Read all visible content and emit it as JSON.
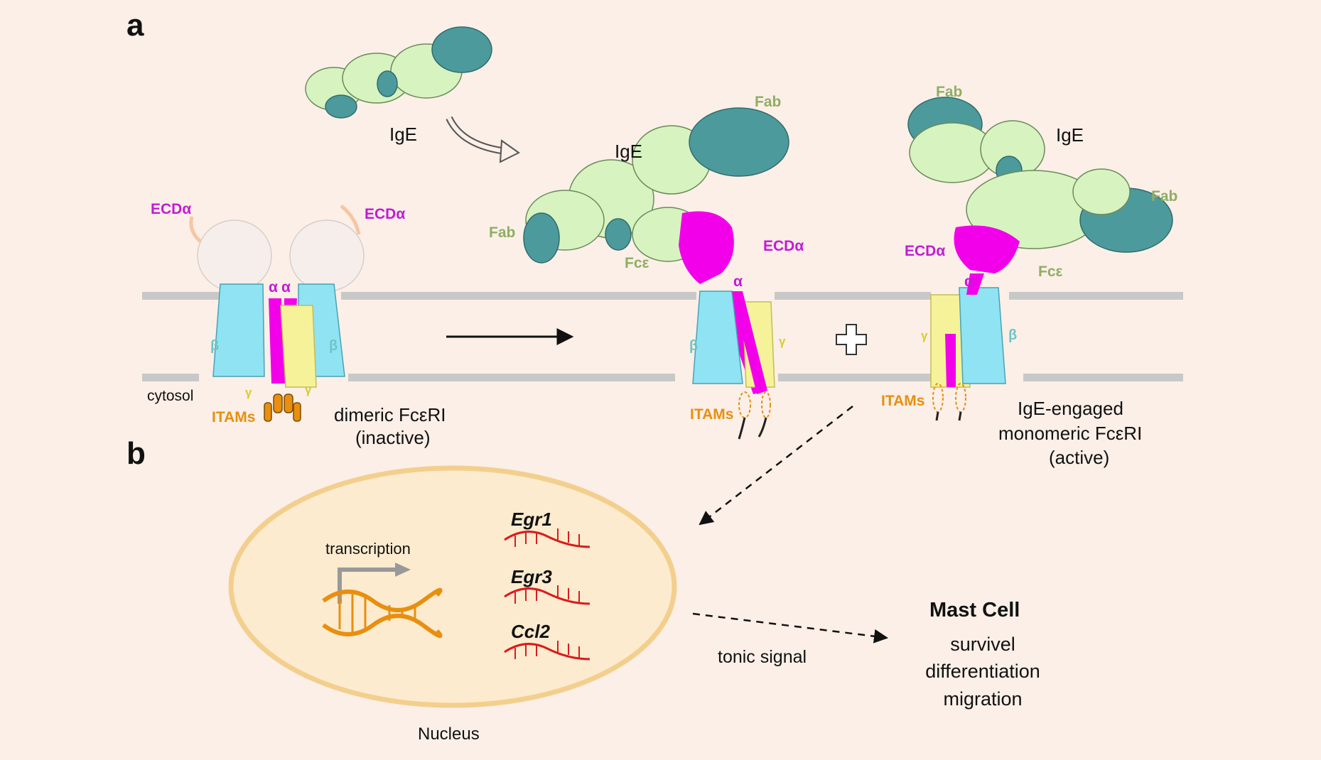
{
  "panels": {
    "a": "a",
    "b": "b"
  },
  "panel_a": {
    "ige_free": "IgE",
    "ige_mid": "IgE",
    "ige_right": "IgE",
    "fab_mid_top": "Fab",
    "fab_mid_left": "Fab",
    "fab_right_top": "Fab",
    "fab_right_right": "Fab",
    "fce_mid": "Fcε",
    "fce_right": "Fcε",
    "ecd_left_1": "ECDα",
    "ecd_left_2": "ECDα",
    "ecd_mid": "ECDα",
    "ecd_right": "ECDα",
    "alpha": "α",
    "beta": "β",
    "gamma": "γ",
    "itams": "ITAMs",
    "cytosol": "cytosol",
    "dimeric_title": "dimeric FcεRI",
    "dimeric_state": "(inactive)",
    "mono_title_1": "IgE-engaged",
    "mono_title_2": "monomeric FcεRI",
    "mono_state": "(active)"
  },
  "panel_b": {
    "transcription": "transcription",
    "genes": [
      "Egr1",
      "Egr3",
      "Ccl2"
    ],
    "nucleus": "Nucleus",
    "tonic_signal": "tonic signal",
    "mast_cell_title": "Mast Cell",
    "outcomes": [
      "survivel",
      "differentiation",
      "migration"
    ]
  },
  "colors": {
    "background": "#fbefe7",
    "membrane": "#c8c8c8",
    "ige_light": "#d7f3c0",
    "ige_dark": "#4d9a9c",
    "alpha_chain": "#f200ea",
    "beta_chain": "#8fe3f3",
    "gamma_chain": "#f6f29a",
    "itam": "#e88f0f",
    "nucleus_fill": "#fdebcf",
    "nucleus_stroke": "#f3cf8e",
    "mrna": "#d81c1c"
  }
}
